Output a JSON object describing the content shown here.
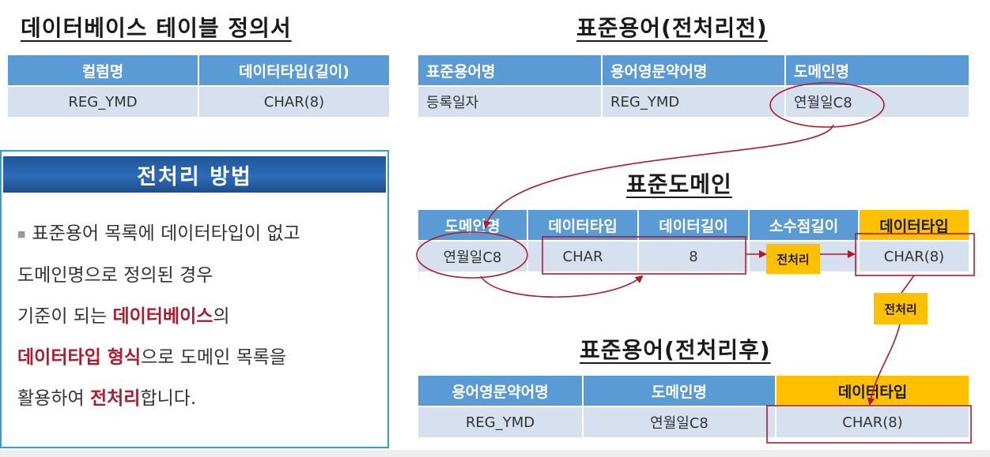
{
  "db_def": {
    "title": "데이터베이스 테이블 정의서",
    "headers": [
      "컬럼명",
      "데이터타입(길이)"
    ],
    "rows": [
      [
        "REG_YMD",
        "CHAR(8)"
      ]
    ]
  },
  "std_term_before": {
    "title": "표준용어(전처리전)",
    "headers": [
      "표준용어명",
      "용어영문약어명",
      "도메인명"
    ],
    "rows": [
      [
        "등록일자",
        "REG_YMD",
        "연월일C8"
      ]
    ]
  },
  "std_domain": {
    "title": "표준도메인",
    "headers": [
      "도메인명",
      "데이터타입",
      "데이터길이",
      "소수점길이",
      "데이터타입"
    ],
    "rows": [
      [
        "연월일C8",
        "CHAR",
        "8",
        "",
        "CHAR(8)"
      ]
    ]
  },
  "std_term_after": {
    "title": "표준용어(전처리후)",
    "headers": [
      "용어영문약어명",
      "도메인명",
      "데이터타입"
    ],
    "rows": [
      [
        "REG_YMD",
        "연월일C8",
        "CHAR(8)"
      ]
    ]
  },
  "method": {
    "title": "전처리 방법",
    "line1": "표준용어 목록에 데이터타입이 없고",
    "line2": "도메인명으로 정의된 경우",
    "line3_pre": "기준이 되는 ",
    "line3_hl": "데이터베이스",
    "line3_post": "의",
    "line4_hl": "데이터타입 형식",
    "line4_post": "으로 도메인 목록을",
    "line5_pre": "활용하여 ",
    "line5_hl": "전처리",
    "line5_post": "합니다."
  },
  "labels": {
    "preprocess_h": "전처리",
    "preprocess_v": "전처리"
  },
  "colors": {
    "header_blue": "#5b9bd5",
    "cell_blue": "#d6e0ee",
    "highlight_yellow": "#ffc000",
    "annotation_red": "#b01c2e",
    "method_header_blue": "#1f5596"
  }
}
